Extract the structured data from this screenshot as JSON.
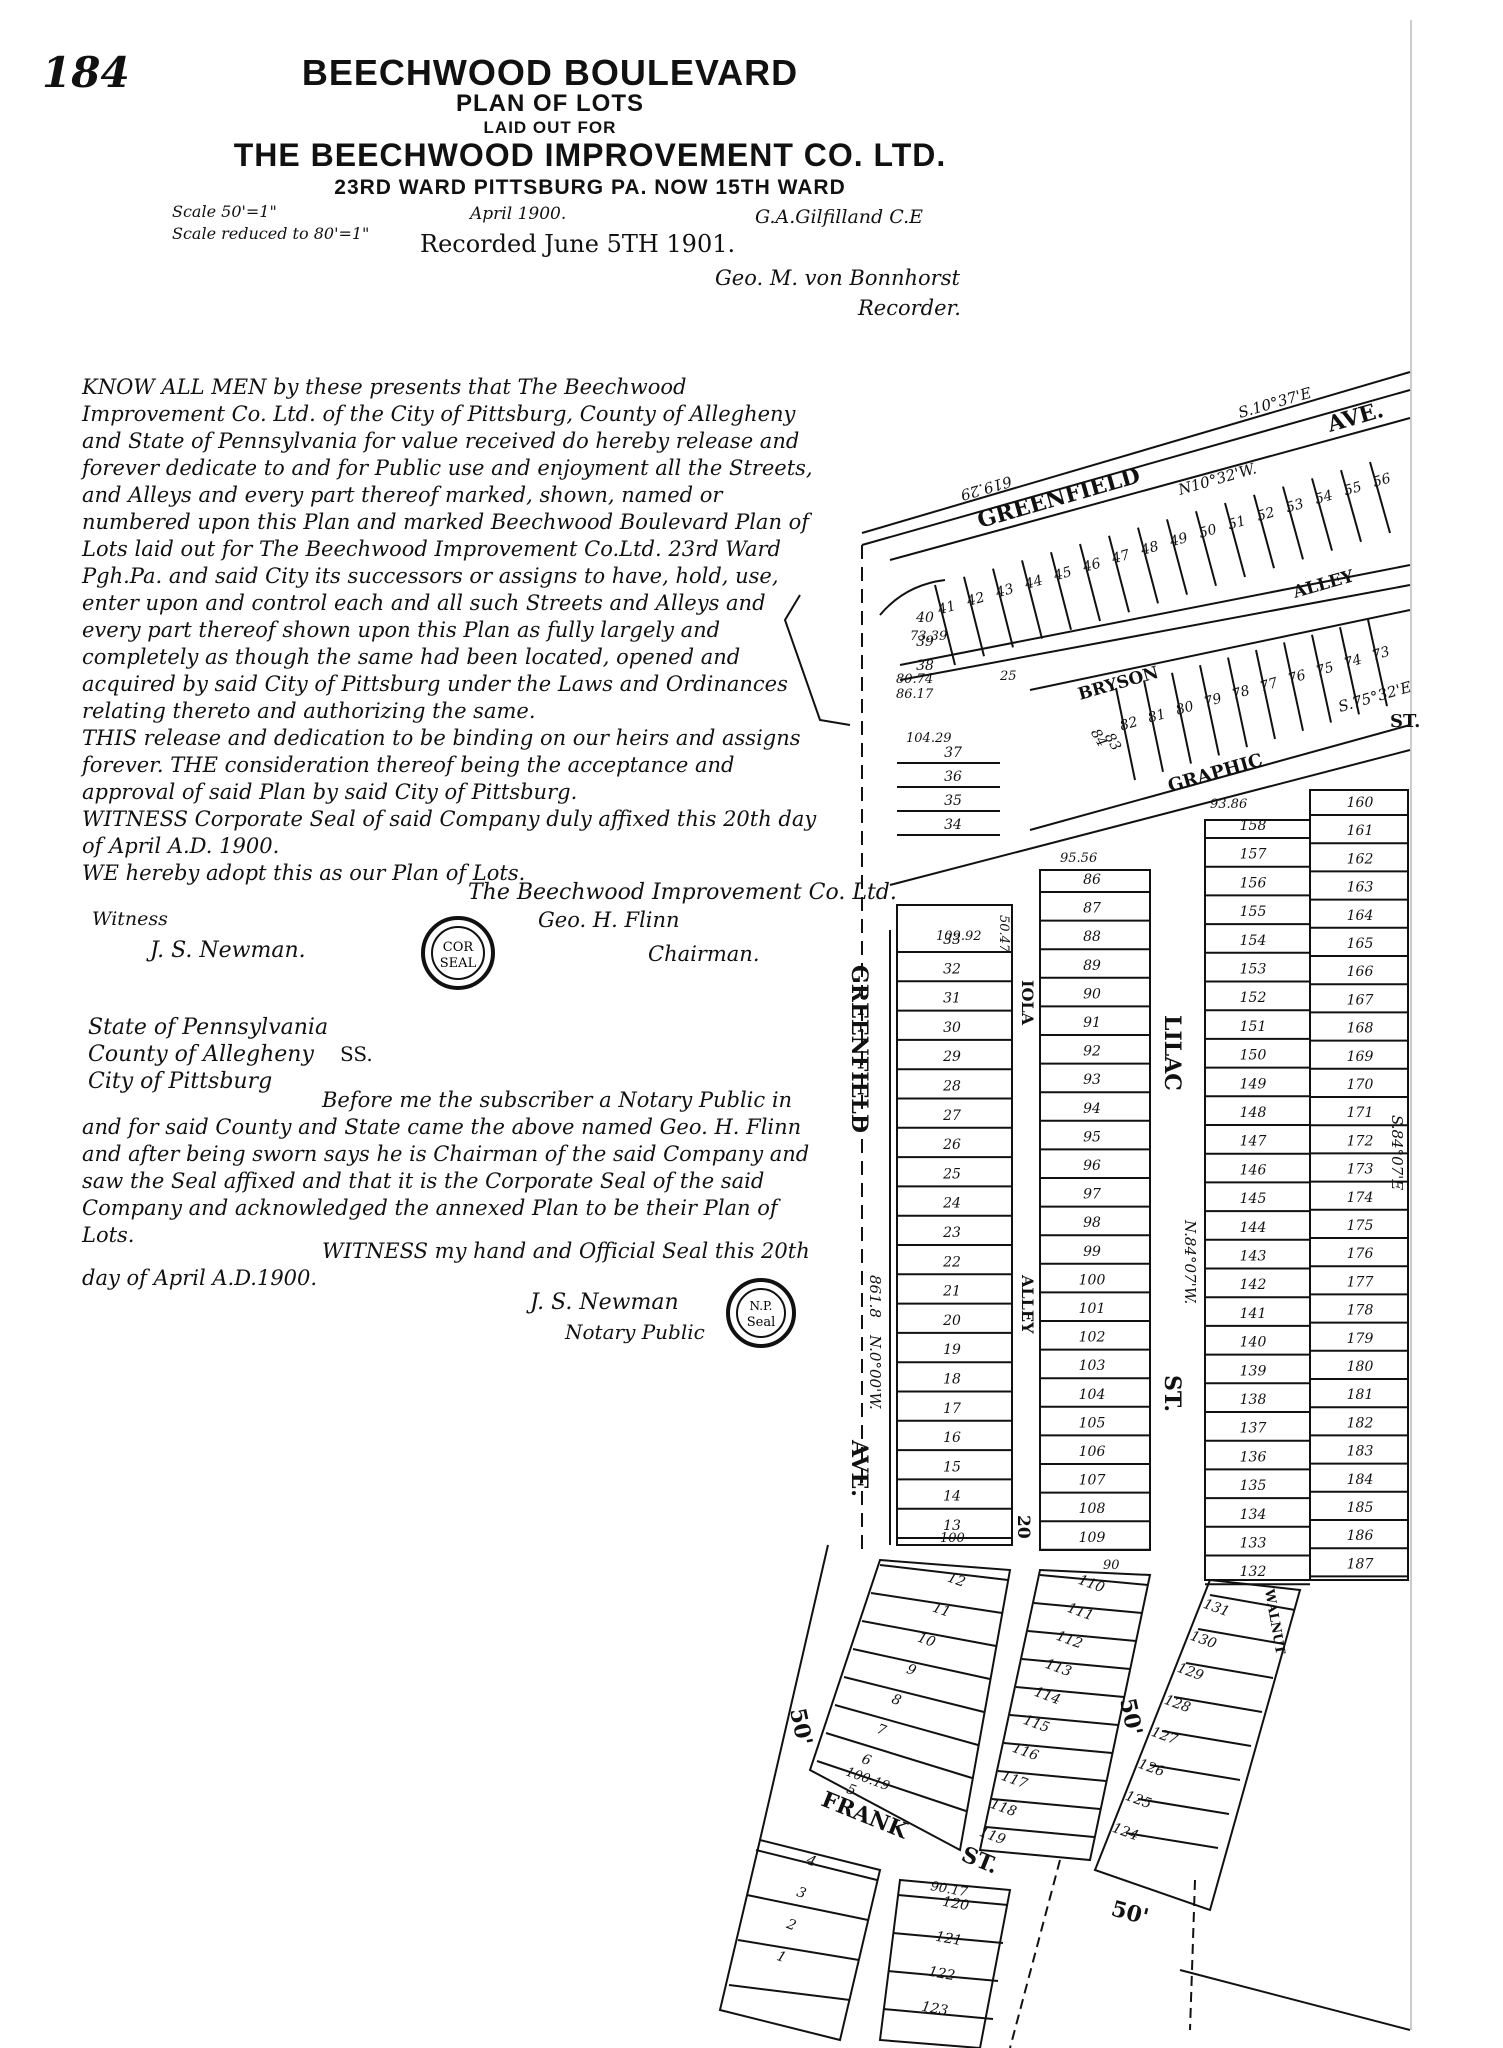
{
  "header": {
    "page_number": "184",
    "title": "BEECHWOOD BOULEVARD",
    "subtitle": "PLAN OF LOTS",
    "laid_out_for": "LAID OUT FOR",
    "company": "THE BEECHWOOD IMPROVEMENT CO. LTD.",
    "ward": "23RD WARD PITTSBURG PA. NOW 15TH WARD",
    "scale": "Scale 50'=1\"",
    "scale_reduced": "Scale reduced to 80'=1\"",
    "date": "April 1900.",
    "engineer": "G.A.Gilfilland C.E",
    "recorded": "Recorded June 5TH 1901.",
    "recorder_name": "Geo. M. von Bonnhorst",
    "recorder_title": "Recorder."
  },
  "dedication": {
    "release_text": "KNOW ALL MEN by these presents that The Beechwood Improvement Co. Ltd. of the City of Pittsburg, County of Allegheny and State of Pennsylvania for value received do hereby release and forever dedicate to and for Public use and enjoyment all the Streets, and Alleys and every part thereof marked, shown, named or numbered upon this Plan and marked Beechwood Boulevard Plan of Lots laid out for The Beechwood Improvement Co.Ltd. 23rd Ward Pgh.Pa. and said City its successors or assigns to have, hold, use, enter upon and control each and all such Streets and Alleys and every part thereof shown upon this Plan as fully largely and completely as though the same had been located, opened and acquired by said City of Pittsburg under the Laws and Ordinances relating thereto and authorizing the same.",
    "binding_text": "THIS release and dedication to be binding on our heirs and assigns forever. THE consideration thereof being the acceptance and approval of said Plan by said City of Pittsburg.",
    "seal_text": "WITNESS Corporate Seal of said Company duly affixed this 20th day of April A.D. 1900.",
    "adopt_text": "WE hereby adopt this as our Plan of Lots.",
    "company_sign": "The Beechwood Improvement Co. Ltd.",
    "witness_label": "Witness",
    "witness_name": "J. S. Newman.",
    "signer": "Geo. H. Flinn",
    "signer_title": "Chairman.",
    "corp_seal": [
      "COR",
      "SEAL"
    ]
  },
  "notary": {
    "state": "State of Pennsylvania",
    "county": "County of Allegheny",
    "city": "City of Pittsburg",
    "ss": "SS.",
    "statement": "Before me the subscriber a Notary Public in and for said County and State came the above named Geo. H. Flinn and after being sworn says he is Chairman of the said Company and saw the Seal affixed and that it is the Corporate Seal of the said Company and acknowledged the annexed Plan to be their Plan of Lots.",
    "witness_line": "WITNESS my hand and Official Seal this 20th day of April A.D.1900.",
    "name": "J. S. Newman",
    "title": "Notary Public",
    "seal": [
      "N.P.",
      "Seal"
    ]
  },
  "map": {
    "streets": {
      "greenfield_ave_top": "GREENFIELD",
      "ave_top": "AVE.",
      "greenfield_ave_side": "GREENFIELD",
      "ave_side": "AVE.",
      "alley_top": "ALLEY",
      "bryson": "BRYSON",
      "graphic_st": "GRAPHIC",
      "st_graphic": "ST.",
      "iola": "IOLA",
      "alley_iola": "ALLEY",
      "lilac": "LILAC",
      "st_lilac": "ST.",
      "frank": "FRANK",
      "st_frank": "ST.",
      "walnut": "WALNUT",
      "fifty_a": "50'",
      "fifty_b": "50'",
      "fifty_c": "50'",
      "twenty": "20"
    },
    "bearings": {
      "top_right": "S.10°37'E",
      "greenfield_top": "N10°32'W.",
      "greenfield_len": "619.29",
      "side_len": "861.8",
      "side_bearing": "N.0°00'W.",
      "lilac_bearing": "N.84°07'W.",
      "right_bearing": "S.84°07'E",
      "graphic_bearing": "S.75°32'E"
    },
    "lots": {
      "row_top": [
        "41",
        "42",
        "43",
        "44",
        "45",
        "46",
        "47",
        "48",
        "49",
        "50",
        "51",
        "52",
        "53",
        "54",
        "55",
        "56"
      ],
      "row_bryson": [
        "82",
        "81",
        "80",
        "79",
        "78",
        "77",
        "76",
        "75",
        "74",
        "73"
      ],
      "corner_left": [
        "40",
        "39",
        "38"
      ],
      "block_a": [
        "37",
        "36",
        "35",
        "34"
      ],
      "block_iola_left": [
        "33",
        "32",
        "31",
        "30",
        "29",
        "28",
        "27",
        "26",
        "25",
        "24",
        "23",
        "22",
        "21",
        "20",
        "19",
        "18",
        "17",
        "16",
        "15",
        "14",
        "13"
      ],
      "block_iola_right": [
        "86",
        "87",
        "88",
        "89",
        "90",
        "91",
        "92",
        "93",
        "94",
        "95",
        "96",
        "97",
        "98",
        "99",
        "100",
        "101",
        "102",
        "103",
        "104",
        "105",
        "106",
        "107",
        "108",
        "109"
      ],
      "block_lilac_left": [
        "158",
        "157",
        "156",
        "155",
        "154",
        "153",
        "152",
        "151",
        "150",
        "149",
        "148",
        "147",
        "146",
        "145",
        "144",
        "143",
        "142",
        "141",
        "140",
        "139",
        "138",
        "137",
        "136",
        "135",
        "134",
        "133",
        "132"
      ],
      "block_lilac_right": [
        "160",
        "161",
        "162",
        "163",
        "164",
        "165",
        "166",
        "167",
        "168",
        "169",
        "170",
        "171",
        "172",
        "173",
        "174",
        "175",
        "176",
        "177",
        "178",
        "179",
        "180",
        "181",
        "182",
        "183",
        "184",
        "185",
        "186",
        "187"
      ],
      "block_frank_upper_left": [
        "12",
        "11",
        "10",
        "9",
        "8",
        "7",
        "6",
        "5"
      ],
      "block_frank_upper_mid": [
        "110",
        "111",
        "112",
        "113",
        "114",
        "115",
        "116",
        "117",
        "118",
        "119"
      ],
      "block_walnut": [
        "131",
        "130",
        "129",
        "128",
        "127",
        "126",
        "125",
        "124"
      ],
      "block_frank_lower_left": [
        "4",
        "3",
        "2",
        "1"
      ],
      "block_frank_lower_mid": [
        "120",
        "121",
        "122",
        "123"
      ],
      "bryson_small": [
        "84",
        "83"
      ]
    },
    "dims": {
      "d1": "100",
      "d2": "25",
      "d3": "104.29",
      "d4": "109.92",
      "d5": "95.56",
      "d6": "93.86",
      "d7": "50.47",
      "d8": "90",
      "d9": "86.17",
      "d10": "80.74",
      "d11": "73.39",
      "d12": "100.19",
      "d13": "90.17"
    }
  }
}
